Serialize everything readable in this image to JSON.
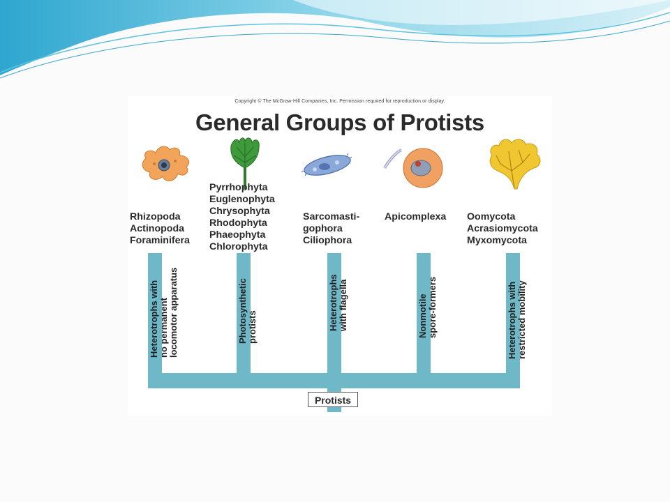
{
  "copyright": "Copyright © The McGraw-Hill Companies, Inc. Permission required for reproduction or display.",
  "title": "General Groups of Protists",
  "root_label": "Protists",
  "groups": [
    {
      "names": [
        "Rhizopoda",
        "Actinopoda",
        "Foraminifera"
      ],
      "trunk_lines": [
        "Heterotrophs with",
        "no permanent",
        "locomotor apparatus"
      ],
      "organism_icon": "amoeba-icon"
    },
    {
      "names": [
        "Pyrrhophyta",
        "Euglenophyta",
        "Chrysophyta",
        "Rhodophyta",
        "Phaeophyta",
        "Chlorophyta"
      ],
      "trunk_lines": [
        "Photosynthetic",
        "protists"
      ],
      "organism_icon": "seaweed-icon"
    },
    {
      "names": [
        "Sarcomasti-",
        "gophora",
        "Ciliophora"
      ],
      "trunk_lines": [
        "Heterotrophs",
        "with flagella"
      ],
      "organism_icon": "paramecium-icon"
    },
    {
      "names": [
        "Apicomplexa"
      ],
      "trunk_lines": [
        "Nonmotile",
        "spore-formers"
      ],
      "organism_icon": "sporozoan-cell-icon"
    },
    {
      "names": [
        "Oomycota",
        "Acrasiomycota",
        "Myxomycota"
      ],
      "trunk_lines": [
        "Heterotrophs with",
        "restricted mobility"
      ],
      "organism_icon": "slime-mold-icon"
    }
  ],
  "colors": {
    "tree": "#6fb8c8",
    "amoeba": "#f2a55a",
    "seaweed": "#3f9a3c",
    "paramecium": "#8aa8d8",
    "spore_cell": "#f0a060",
    "slime_mold": "#f1c731",
    "swoosh": "#7fd0e6"
  }
}
